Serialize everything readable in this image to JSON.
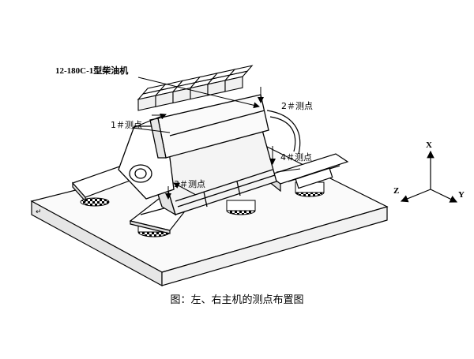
{
  "engine_label": "12-180C-1型柴油机",
  "measure_points": {
    "p1": "1＃测点",
    "p2": "2＃测点",
    "p3": "3＃测点",
    "p4": "4＃测点"
  },
  "axes": {
    "x": "X",
    "y": "Y",
    "z": "Z"
  },
  "caption": "图：左、右主机的测点布置图"
}
